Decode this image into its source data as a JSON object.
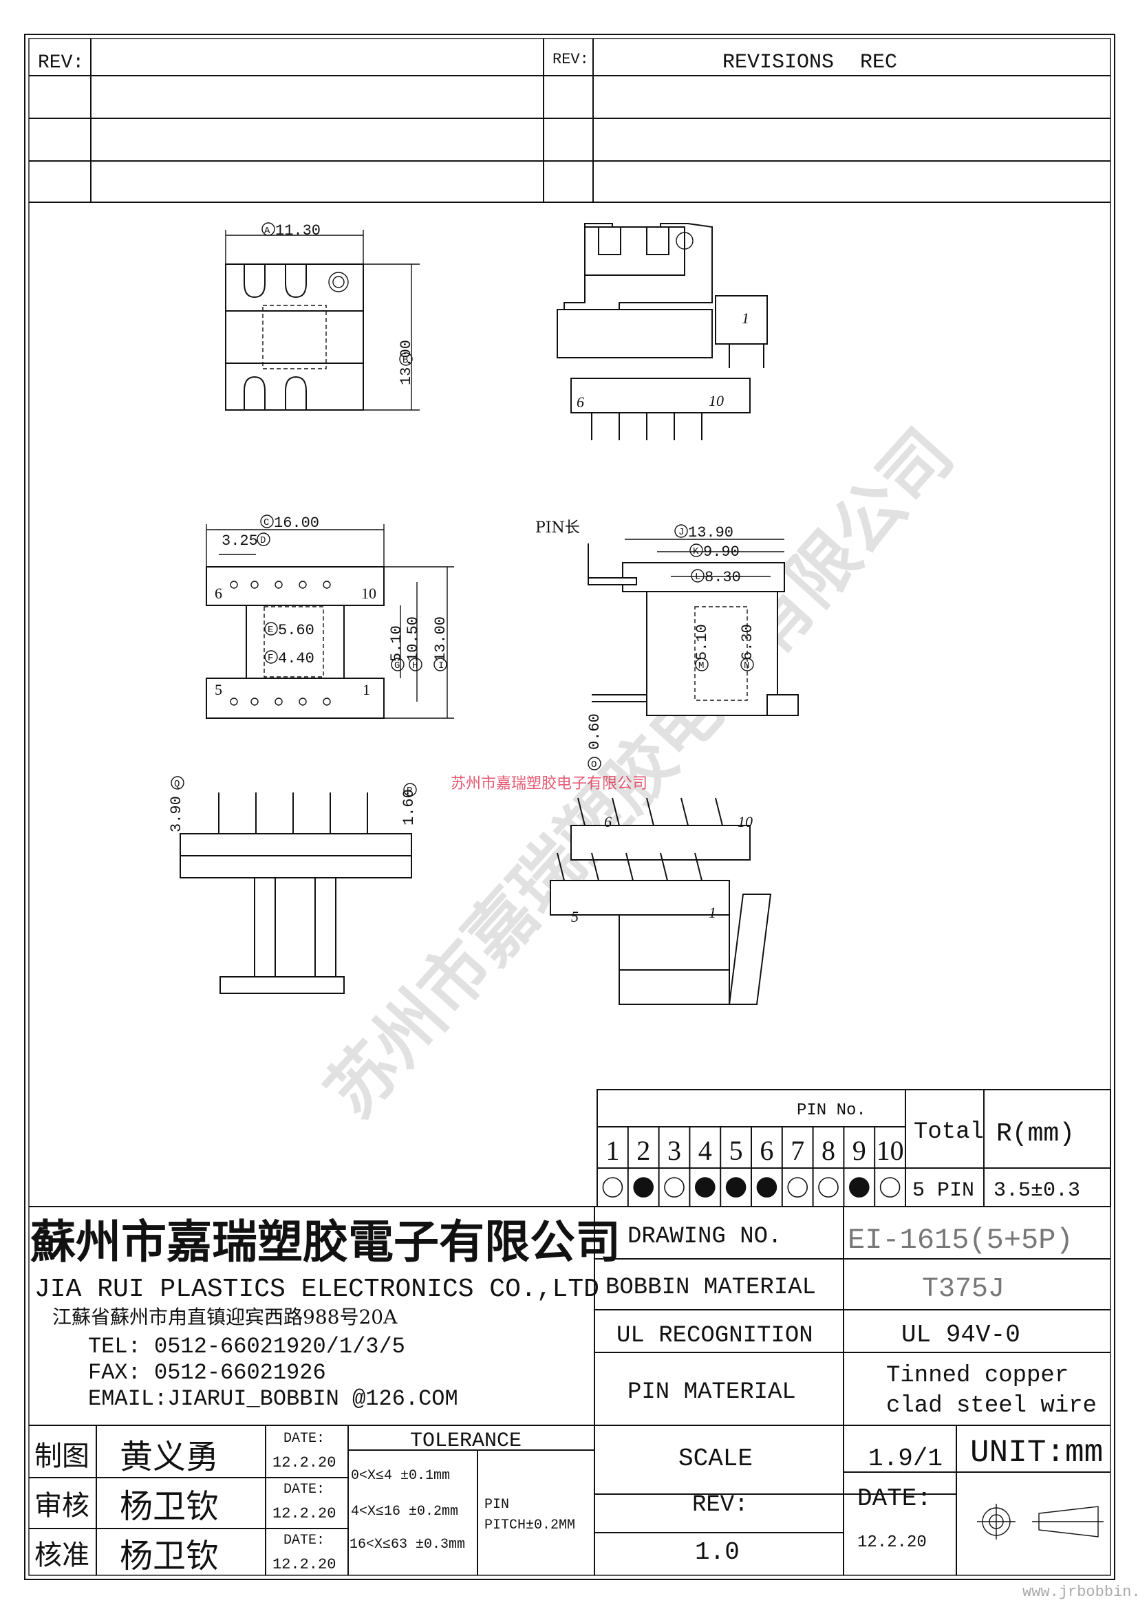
{
  "revision_block": {
    "rev_label_left": "REV:",
    "rev_label_mid": "REV:",
    "revisions_label": "REVISIONS",
    "rec_label": "REC"
  },
  "dimensions": {
    "A": "11.30",
    "B": "13.00",
    "C": "16.00",
    "D": "3.25",
    "E": "5.60",
    "F": "4.40",
    "G": "5.10",
    "H": "10.50",
    "I": "13.00",
    "J": "13.90",
    "K": "9.90",
    "L": "8.30",
    "M": "5.10",
    "N": "6.30",
    "O": "0.60",
    "P": "1.60",
    "Q": "3.90"
  },
  "dimension_letters": [
    "A",
    "B",
    "C",
    "D",
    "E",
    "F",
    "G",
    "H",
    "I",
    "J",
    "K",
    "L",
    "M",
    "N",
    "O",
    "P",
    "Q"
  ],
  "drawing_text": {
    "pin_length_label": "PIN长",
    "overlay_text": "苏州市嘉瑞塑胶电子有限公司",
    "pin_numbers": [
      "1",
      "5",
      "6",
      "10"
    ]
  },
  "pin_table": {
    "header": "PIN No.",
    "total_label": "Total",
    "r_label": "R(mm)",
    "pins": [
      {
        "no": "1",
        "filled": false
      },
      {
        "no": "2",
        "filled": true
      },
      {
        "no": "3",
        "filled": false
      },
      {
        "no": "4",
        "filled": true
      },
      {
        "no": "5",
        "filled": true
      },
      {
        "no": "6",
        "filled": true
      },
      {
        "no": "7",
        "filled": false
      },
      {
        "no": "8",
        "filled": false
      },
      {
        "no": "9",
        "filled": true
      },
      {
        "no": "10",
        "filled": false
      }
    ],
    "total_value": "5 PIN",
    "r_value": "3.5±0.3"
  },
  "company": {
    "name_cn": "蘇州市嘉瑞塑胶電子有限公司",
    "name_en": "JIA RUI PLASTICS ELECTRONICS CO.,LTD",
    "address": "江蘇省蘇州市甪直镇迎宾西路988号20A",
    "tel": "TEL: 0512-66021920/1/3/5",
    "fax": "FAX: 0512-66021926",
    "email": "EMAIL:JIARUI_BOBBIN @126.COM"
  },
  "spec": {
    "drawing_no_label": "DRAWING  NO.",
    "drawing_no_value": "EI-1615(5+5P)",
    "bobbin_material_label": "BOBBIN  MATERIAL",
    "bobbin_material_value": "T375J",
    "ul_label": "UL RECOGNITION",
    "ul_value": "UL 94V-0",
    "pin_material_label": "PIN MATERIAL",
    "pin_material_value_1": "Tinned copper",
    "pin_material_value_2": "clad steel wire",
    "scale_label": "SCALE",
    "scale_value": "1.9/1",
    "unit_label": "UNIT:mm",
    "rev_label": "REV:",
    "rev_value": "1.0",
    "date_label": "DATE:",
    "date_value": "12.2.20"
  },
  "signoff": [
    {
      "role": "制图",
      "name": "黄义勇",
      "date_label": "DATE:",
      "date": "12.2.20"
    },
    {
      "role": "审核",
      "name": "杨卫钦",
      "date_label": "DATE:",
      "date": "12.2.20"
    },
    {
      "role": "核准",
      "name": "杨卫钦",
      "date_label": "DATE:",
      "date": "12.2.20"
    }
  ],
  "tolerance": {
    "title": "TOLERANCE",
    "rows": [
      "0<X≤4  ±0.1mm",
      "4<X≤16 ±0.2mm",
      "16<X≤63 ±0.3mm"
    ],
    "pin_label": "PIN",
    "pitch_label": "PITCH±0.2MM"
  },
  "watermark": {
    "url": "www.jrbobbin.com",
    "diag": "苏州市嘉瑞塑胶电子有限公司"
  }
}
